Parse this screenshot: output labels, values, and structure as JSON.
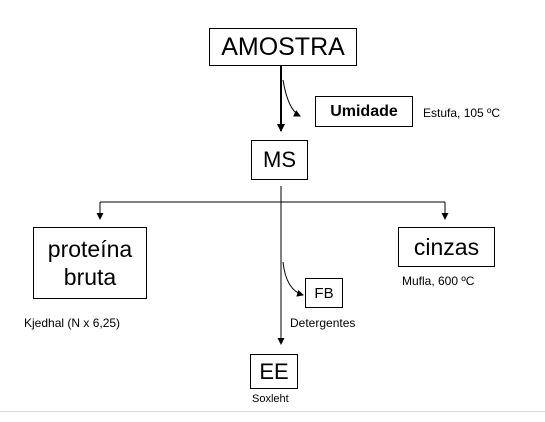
{
  "nodes": {
    "amostra": "AMOSTRA",
    "umidade": "Umidade",
    "ms": "MS",
    "proteina_line1": "proteína",
    "proteina_line2": "bruta",
    "cinzas": "cinzas",
    "fb": "FB",
    "ee": "EE"
  },
  "labels": {
    "estufa": "Estufa, 105 ºC",
    "mufla": "Mufla, 600 ºC",
    "kjedhal": "Kjedhal (N x 6,25)",
    "detergentes": "Detergentes",
    "soxleht": "Soxleht"
  }
}
